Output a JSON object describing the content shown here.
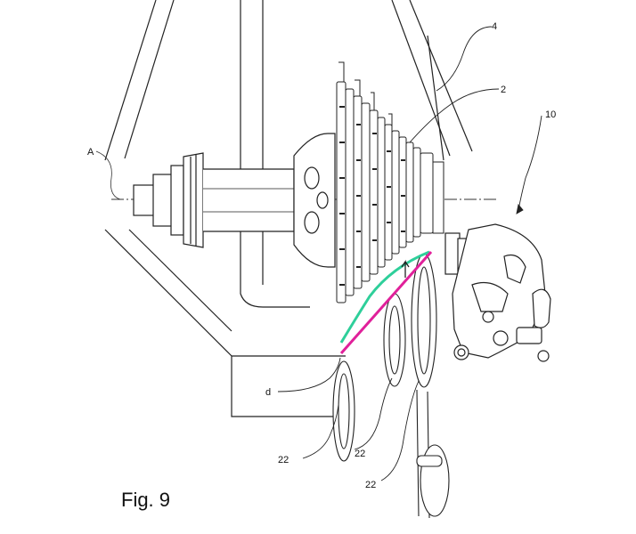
{
  "figure": {
    "caption": "Fig. 9",
    "labels": {
      "axis": "A",
      "frame": "4",
      "cassette": "2",
      "derailleur": "10",
      "distance": "d",
      "chainring_a": "22",
      "chainring_b": "22",
      "chainring_c": "22"
    },
    "colors": {
      "line_art": "#222222",
      "upper_chain_line": "#2ecf9a",
      "lower_chain_line": "#e0209a"
    }
  }
}
